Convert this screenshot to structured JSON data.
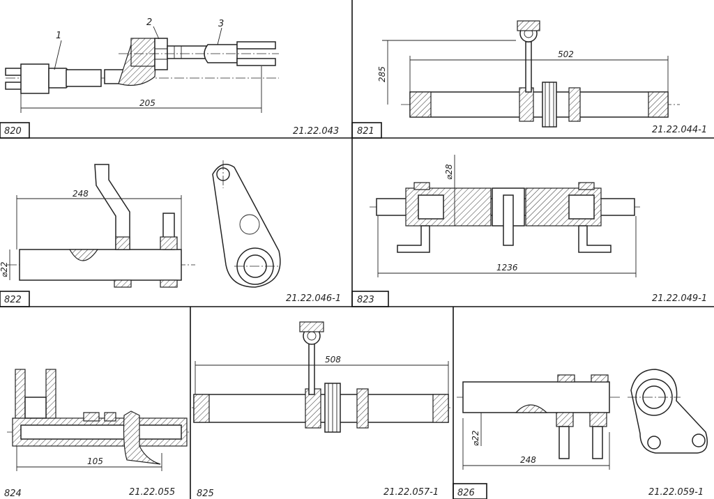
{
  "panels": [
    {
      "number": "820",
      "code": "21.22.043",
      "dims": [
        "205"
      ],
      "callouts": [
        "1",
        "2",
        "3"
      ]
    },
    {
      "number": "821",
      "code": "21.22.044-1",
      "dims": [
        "502",
        "285"
      ]
    },
    {
      "number": "822",
      "code": "21.22.046-1",
      "dims": [
        "248",
        "⌀22"
      ]
    },
    {
      "number": "823",
      "code": "21.22.049-1",
      "dims": [
        "⌀28",
        "1236"
      ]
    },
    {
      "number": "824",
      "code": "21.22.055",
      "dims": [
        "105"
      ]
    },
    {
      "number": "825",
      "code": "21.22.057-1",
      "dims": [
        "508"
      ]
    },
    {
      "number": "826",
      "code": "21.22.059-1",
      "dims": [
        "⌀22",
        "248"
      ]
    }
  ]
}
